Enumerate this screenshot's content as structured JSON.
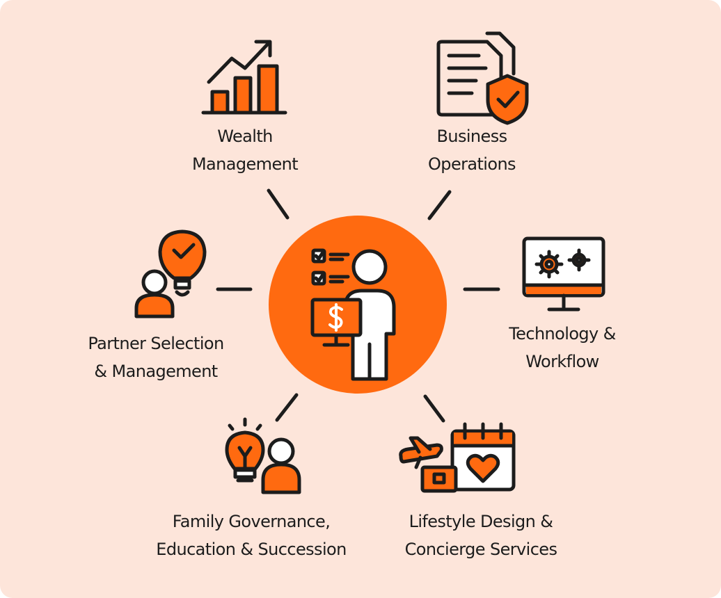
{
  "colors": {
    "background": "#fde5da",
    "accent": "#ff6a10",
    "ink": "#1c1c1c",
    "white": "#ffffff"
  },
  "center": {
    "icon": "advisor-with-dollar-monitor-icon"
  },
  "nodes": [
    {
      "id": "wealth",
      "icon": "growth-bar-chart-icon",
      "lines": [
        "Wealth",
        "Management"
      ]
    },
    {
      "id": "business",
      "icon": "document-shield-icon",
      "lines": [
        "Business",
        "Operations"
      ]
    },
    {
      "id": "technology",
      "icon": "monitor-gears-icon",
      "lines": [
        "Technology &",
        "Workflow"
      ]
    },
    {
      "id": "lifestyle",
      "icon": "airplane-calendar-heart-icon",
      "lines": [
        "Lifestyle Design &",
        "Concierge Services"
      ]
    },
    {
      "id": "family",
      "icon": "lightbulb-person-icon",
      "lines": [
        "Family Governance,",
        "Education & Succession"
      ]
    },
    {
      "id": "partner",
      "icon": "person-checkmark-bulb-icon",
      "lines": [
        "Partner Selection",
        "& Management"
      ]
    }
  ]
}
